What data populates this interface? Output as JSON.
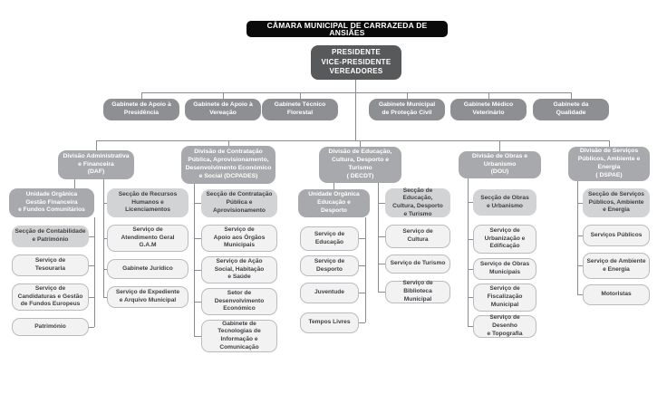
{
  "title": "CÂMARA MUNICIPAL DE CARRAZEDA DE ANSIÃES",
  "root": "PRESIDENTE\nVICE-PRESIDENTE\nVEREADORES",
  "gabinetes": [
    "Gabinete de Apoio à\nPresidência",
    "Gabinete de Apoio à\nVereação",
    "Gabinete Técnico\nFlorestal",
    "Gabinete Municipal\nde Proteção Civil",
    "Gabinete Médico\nVeterinário",
    "Gabinete da\nQualidade"
  ],
  "divisions": [
    "Divisão Administrativa\ne Financeira\n(DAF)",
    "Divisão de Contratação\nPública, Aprovisionamento,\nDesenvolvimento Económico\ne Social (DCPADES)",
    "Divisão de Educação,\nCultura, Desporto e\nTurismo\n( DECDT)",
    "Divisão de Obras e\nUrbanismo\n(DOU)",
    "Divisão de Serviços\nPúblicos, Ambiente e\nEnergia\n( DSPAE)"
  ],
  "daf_financeira": {
    "header": "Unidade Orgânica\nGestão Financeira\ne Fundos Comunitários",
    "items": [
      "Secção de Contabilidade\ne Património",
      "Serviço de\nTesouraria",
      "Serviço de\nCandidaturas e Gestão\nde Fundos Europeus",
      "Património"
    ]
  },
  "daf_recursos": {
    "items": [
      "Secção de Recursos\nHumanos e\nLicenciamentos",
      "Serviço de\nAtendimento Geral\nG.A.M",
      "Gabinete Jurídico",
      "Serviço de Expediente\ne Arquivo Municipal"
    ]
  },
  "dcpades": {
    "items": [
      "Secção de Contratação\nPública e\nAprovisionamento",
      "Serviço de\nApoio aos Órgãos\nMunicipais",
      "Serviço de Ação\nSocial, Habitação\ne Saúde",
      "Setor de\nDesenvolvimento\nEconómico",
      "Gabinete de\nTecnologias de\nInformação e\nComunicação"
    ]
  },
  "decdt_educacao": {
    "header": "Unidade Orgânica\nEducação e\nDesporto",
    "items": [
      "Serviço de\nEducação",
      "Serviço de Desporto",
      "Juventude",
      "Tempos Livres"
    ]
  },
  "decdt_cultura": {
    "items": [
      "Secção de Educação,\nCultura, Desporto\ne Turismo",
      "Serviço de\nCultura",
      "Serviço de Turismo",
      "Serviço de Biblioteca\nMunicipal"
    ]
  },
  "dou": {
    "items": [
      "Secção de Obras\ne Urbanismo",
      "Serviço de\nUrbanização e\nEdificação",
      "Serviço de Obras\nMunicipais",
      "Serviço de\nFiscalização\nMunicipal",
      "Serviço de Desenho\ne Topografia"
    ]
  },
  "dspae": {
    "items": [
      "Secção de Serviços\nPúblicos, Ambiente\ne Energia",
      "Serviços Públicos",
      "Serviço de Ambiente\ne Energia",
      "Motoristas"
    ]
  },
  "colors": {
    "title_bg": "#0a0a0a",
    "root_bg": "#58595b",
    "gabinete_bg": "#8d8f92",
    "division_bg": "#a7a9ac",
    "unit_header_bg": "#a7a9ac",
    "seccao_bg": "#d2d3d5",
    "service_bg": "#f2f2f3",
    "service_border": "#b9bbbe",
    "connector": "#8a8c8f",
    "text_dark": "#3f4042"
  }
}
